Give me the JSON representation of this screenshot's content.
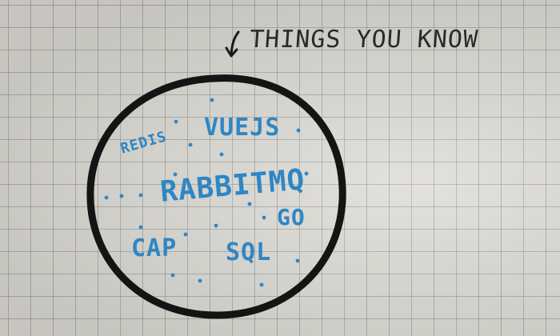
{
  "annotation": {
    "text": "THINGS YOU KNOW",
    "arrow_icon": "curved-arrow-down-left-icon"
  },
  "terms": {
    "redis": "REDIS",
    "vuejs": "VUEJS",
    "rabbitmq": "RABBITMQ",
    "go": "GO",
    "cap": "CAP",
    "sql": "SQL"
  },
  "colors": {
    "ink_black": "#1a1a1a",
    "ink_blue": "#2f86c4",
    "paper": "#dcdbd5",
    "grid": "#8a8a8a"
  }
}
